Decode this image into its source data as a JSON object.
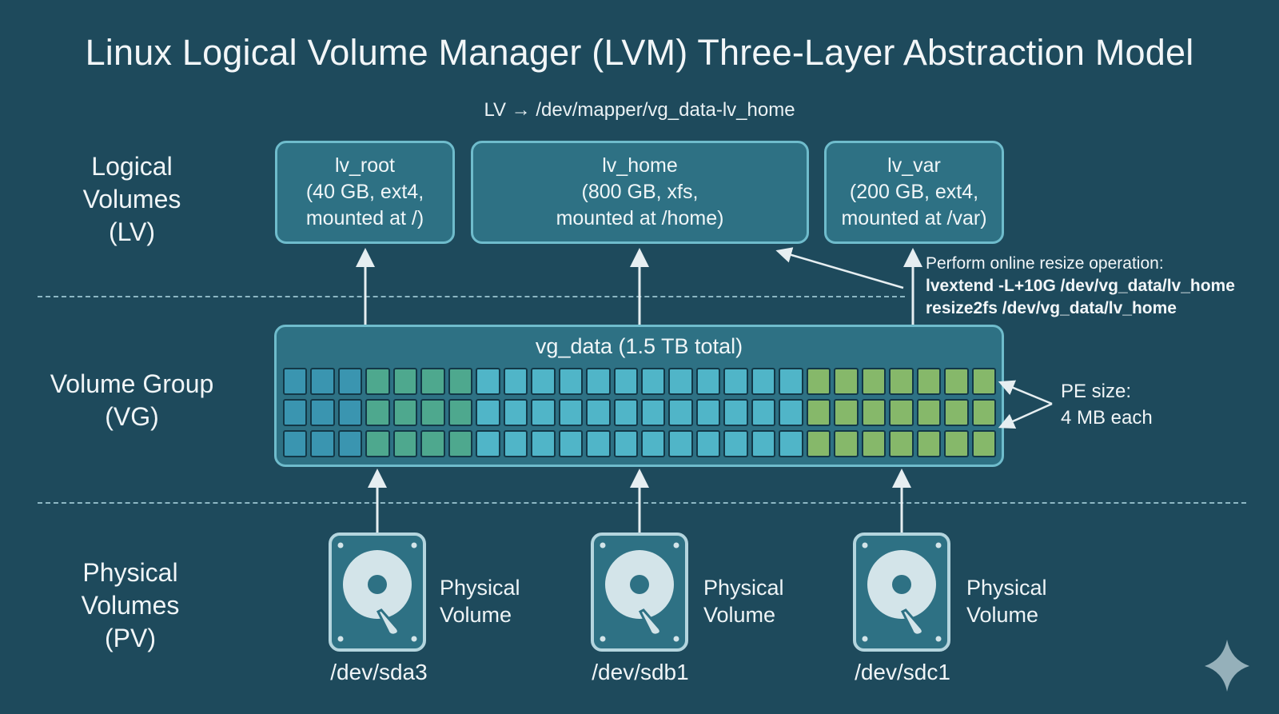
{
  "title": "Linux Logical Volume Manager (LVM) Three-Layer Abstraction Model",
  "mapper_path": "LV → /dev/mapper/vg_data-lv_home",
  "layers": {
    "lv": {
      "line1": "Logical",
      "line2": "Volumes",
      "line3": "(LV)"
    },
    "vg": {
      "line1": "Volume Group",
      "line2": "(VG)"
    },
    "pv": {
      "line1": "Physical",
      "line2": "Volumes",
      "line3": "(PV)"
    }
  },
  "logical_volumes": [
    {
      "name": "lv_root",
      "line2": "(40 GB, ext4,",
      "line3": "mounted at /)"
    },
    {
      "name": "lv_home",
      "line2": "(800 GB, xfs,",
      "line3": "mounted at /home)"
    },
    {
      "name": "lv_var",
      "line2": "(200 GB, ext4,",
      "line3": "mounted at /var)"
    }
  ],
  "resize_note": {
    "heading": "Perform online resize operation:",
    "cmd1": "lvextend -L+10G /dev/vg_data/lv_home",
    "cmd2": "resize2fs /dev/vg_data/lv_home"
  },
  "volume_group": {
    "title": "vg_data (1.5 TB total)",
    "pe_rows": 3,
    "pe_segments": [
      {
        "count": 3,
        "color": "#3a95b0"
      },
      {
        "count": 4,
        "color": "#4ea88e"
      },
      {
        "count": 12,
        "color": "#50b5c8"
      },
      {
        "count": 7,
        "color": "#86b86a"
      }
    ]
  },
  "pe_note": {
    "line1": "PE size:",
    "line2": "4 MB each"
  },
  "physical_volumes": [
    {
      "label1": "Physical",
      "label2": "Volume",
      "device": "/dev/sda3"
    },
    {
      "label1": "Physical",
      "label2": "Volume",
      "device": "/dev/sdb1"
    },
    {
      "label1": "Physical",
      "label2": "Volume",
      "device": "/dev/sdc1"
    }
  ],
  "colors": {
    "background": "#1e4a5c",
    "box_fill": "#2e7184",
    "box_border": "#6fbccc",
    "arrow": "#e6eef1"
  }
}
